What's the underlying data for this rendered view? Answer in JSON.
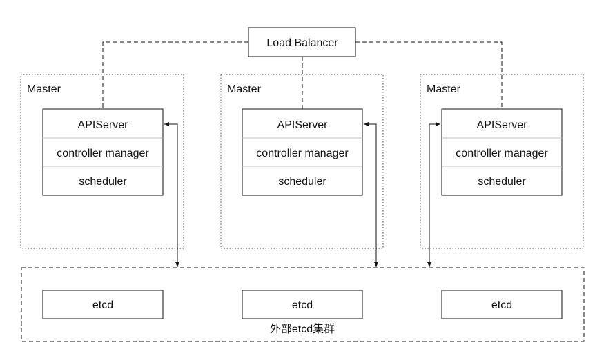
{
  "load_balancer": {
    "label": "Load Balancer"
  },
  "masters": [
    {
      "title": "Master",
      "components": [
        "APIServer",
        "controller manager",
        "scheduler"
      ]
    },
    {
      "title": "Master",
      "components": [
        "APIServer",
        "controller manager",
        "scheduler"
      ]
    },
    {
      "title": "Master",
      "components": [
        "APIServer",
        "controller manager",
        "scheduler"
      ]
    }
  ],
  "etcd_cluster": {
    "label": "外部etcd集群",
    "nodes": [
      "etcd",
      "etcd",
      "etcd"
    ]
  },
  "colors": {
    "line": "#111111",
    "divider": "#bfbfbf",
    "background": "#ffffff"
  }
}
